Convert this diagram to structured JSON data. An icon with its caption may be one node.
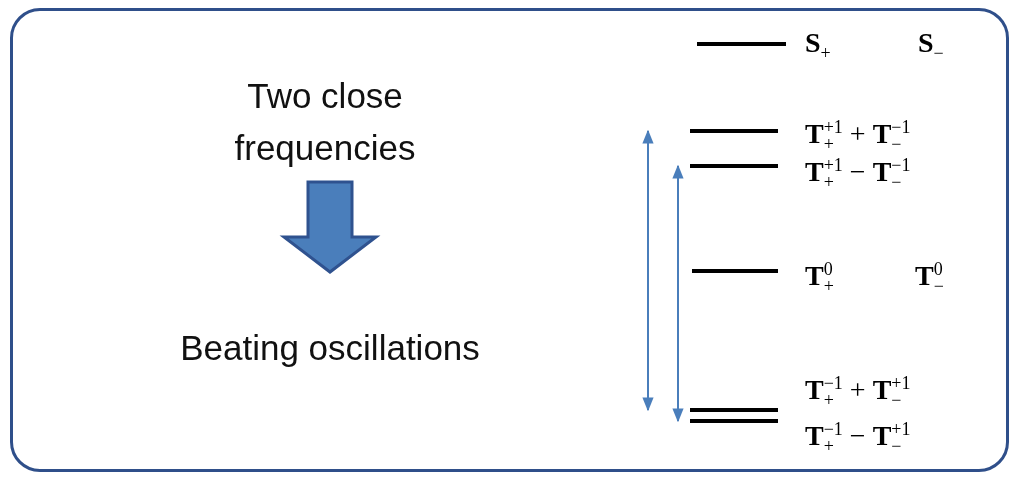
{
  "diagram": {
    "nodes": [
      {
        "text": [
          "Two close frequencies"
        ]
      },
      {
        "text": [
          "Beating oscillations"
        ]
      },
      {
        "text": [],
        "shape": "bar",
        "beside": [
          "**S**$_{+}$",
          "**S**$_{−}$"
        ]
      },
      {
        "text": [],
        "shape": "bar",
        "beside": [
          "**T**$^{+1}$$_{+}$ + **T**$^{−1}$$_{−}$"
        ]
      },
      {
        "text": [],
        "shape": "bar",
        "beside": [
          "**T**$^{+1}$$_{+}$ − **T**$^{−1}$$_{−}$"
        ]
      },
      {
        "text": [],
        "shape": "bar",
        "beside": [
          "**T**$^{0}$$_{+}$",
          "**T**$^{0}$$_{−}$"
        ]
      },
      {
        "text": [],
        "shape": "bar",
        "beside": [
          "**T**$^{−1}$$_{+}$ + **T**$^{+1}$$_{−}$"
        ]
      },
      {
        "text": [],
        "shape": "bar",
        "beside": [
          "**T**$^{−1}$$_{+}$ − **T**$^{+1}$$_{−}$"
        ]
      }
    ],
    "edges": [
      {
        "from": 0,
        "to": 1,
        "arrow": "to",
        "style": "thick"
      },
      {
        "from": 3,
        "to": 6,
        "arrow": "both"
      },
      {
        "from": 4,
        "to": 7,
        "arrow": "both"
      }
    ]
  }
}
